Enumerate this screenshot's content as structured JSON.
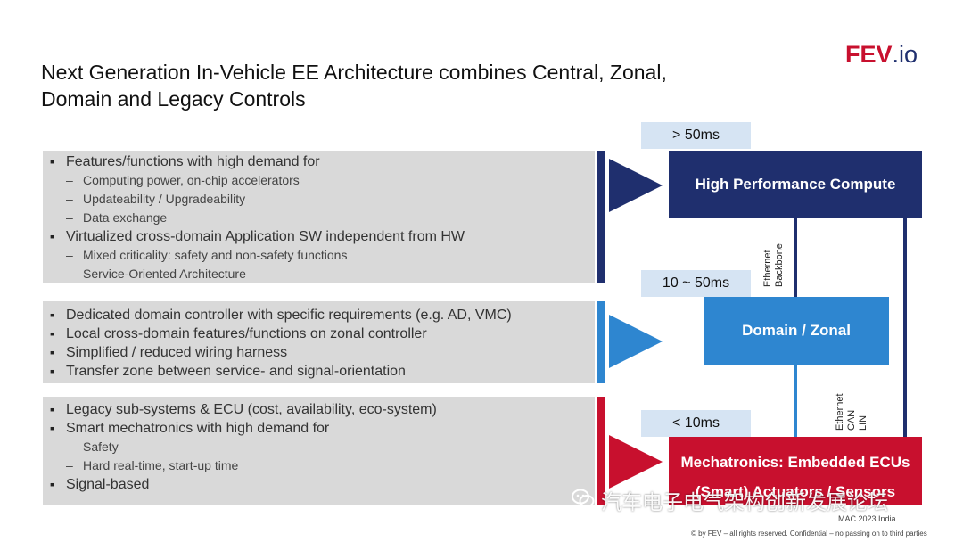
{
  "header": {
    "title_line1": "Next Generation In-Vehicle EE Architecture combines Central, Zonal,",
    "title_line2": "Domain and Legacy Controls"
  },
  "logo": {
    "brand": "FEV",
    "tld": ".io"
  },
  "sections": [
    {
      "bullets": [
        {
          "level": 1,
          "text": "Features/functions with high demand for"
        },
        {
          "level": 2,
          "text": "Computing power, on-chip accelerators"
        },
        {
          "level": 2,
          "text": "Updateability / Upgradeability"
        },
        {
          "level": 2,
          "text": "Data exchange"
        },
        {
          "level": 1,
          "text": "Virtualized cross-domain Application SW independent from HW"
        },
        {
          "level": 2,
          "text": "Mixed criticality: safety and non-safety functions"
        },
        {
          "level": 2,
          "text": "Service-Oriented Architecture"
        }
      ]
    },
    {
      "bullets": [
        {
          "level": 1,
          "text": "Dedicated domain controller with specific requirements (e.g. AD, VMC)"
        },
        {
          "level": 1,
          "text": "Local cross-domain features/functions on zonal controller"
        },
        {
          "level": 1,
          "text": "Simplified / reduced wiring harness"
        },
        {
          "level": 1,
          "text": "Transfer zone between service- and signal-orientation"
        }
      ]
    },
    {
      "bullets": [
        {
          "level": 1,
          "text": "Legacy sub-systems & ECU (cost, availability, eco-system)"
        },
        {
          "level": 1,
          "text": "Smart mechatronics with high demand for"
        },
        {
          "level": 2,
          "text": "Safety"
        },
        {
          "level": 2,
          "text": "Hard real-time, start-up time"
        },
        {
          "level": 1,
          "text": "Signal-based"
        }
      ]
    }
  ],
  "timings": {
    "hpc": "> 50ms",
    "domain": "10 ~ 50ms",
    "mech": "< 10ms"
  },
  "blocks": {
    "hpc": "High Performance Compute",
    "domain": "Domain / Zonal",
    "mech_line1": "Mechatronics: Embedded ECUs",
    "mech_line2": "(Smart) Actuators / Sensors"
  },
  "network_labels": {
    "backbone": "Ethernet\nBackbone",
    "field": "Ethernet\nCAN\nLIN"
  },
  "colors": {
    "navy": "#1f2f6e",
    "blue": "#2e86d0",
    "red": "#c8102e",
    "box_gray": "#d9d9d9",
    "timing_bg": "#d6e4f3"
  },
  "watermark": {
    "icon": "wechat-icon",
    "text": "汽车电子电气架构创新发展论坛"
  },
  "event": "MAC 2023 India",
  "footer": "© by FEV – all rights reserved. Confidential – no passing on to third parties"
}
